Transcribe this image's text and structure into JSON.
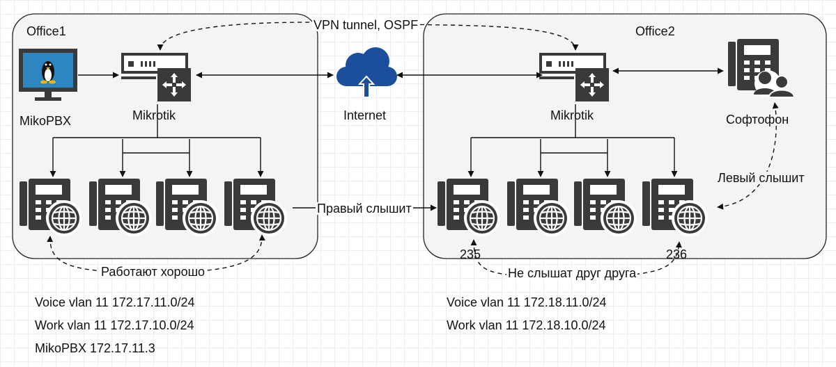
{
  "offices": {
    "office1": {
      "title": "Office1"
    },
    "office2": {
      "title": "Office2"
    }
  },
  "nodes": {
    "mikopbx": {
      "label": "MikoPBX"
    },
    "mikrotik1": {
      "label": "Mikrotik"
    },
    "mikrotik2": {
      "label": "Mikrotik"
    },
    "internet": {
      "label": "Internet"
    },
    "softphone": {
      "label": "Софтофон"
    },
    "phone235": {
      "label": "235"
    },
    "phone236": {
      "label": "236"
    }
  },
  "links": {
    "vpn": "VPN tunnel, OSPF",
    "right_hears": "Правый слышит",
    "left_hears": "Левый слышит",
    "work_well": "Работают хорошо",
    "dont_hear": "Не слышат друг друга"
  },
  "notes": {
    "office1": [
      "Voice vlan 11 172.17.11.0/24",
      "Work vlan 11 172.17.10.0/24",
      "MikoPBX 172.17.11.3"
    ],
    "office2": [
      "Voice vlan 11 172.18.11.0/24",
      "Work vlan 11 172.18.10.0/24"
    ]
  },
  "colors": {
    "cloud": "#1b4f9c",
    "device": "#3a3a3a",
    "monitor": "#2e86c1"
  }
}
